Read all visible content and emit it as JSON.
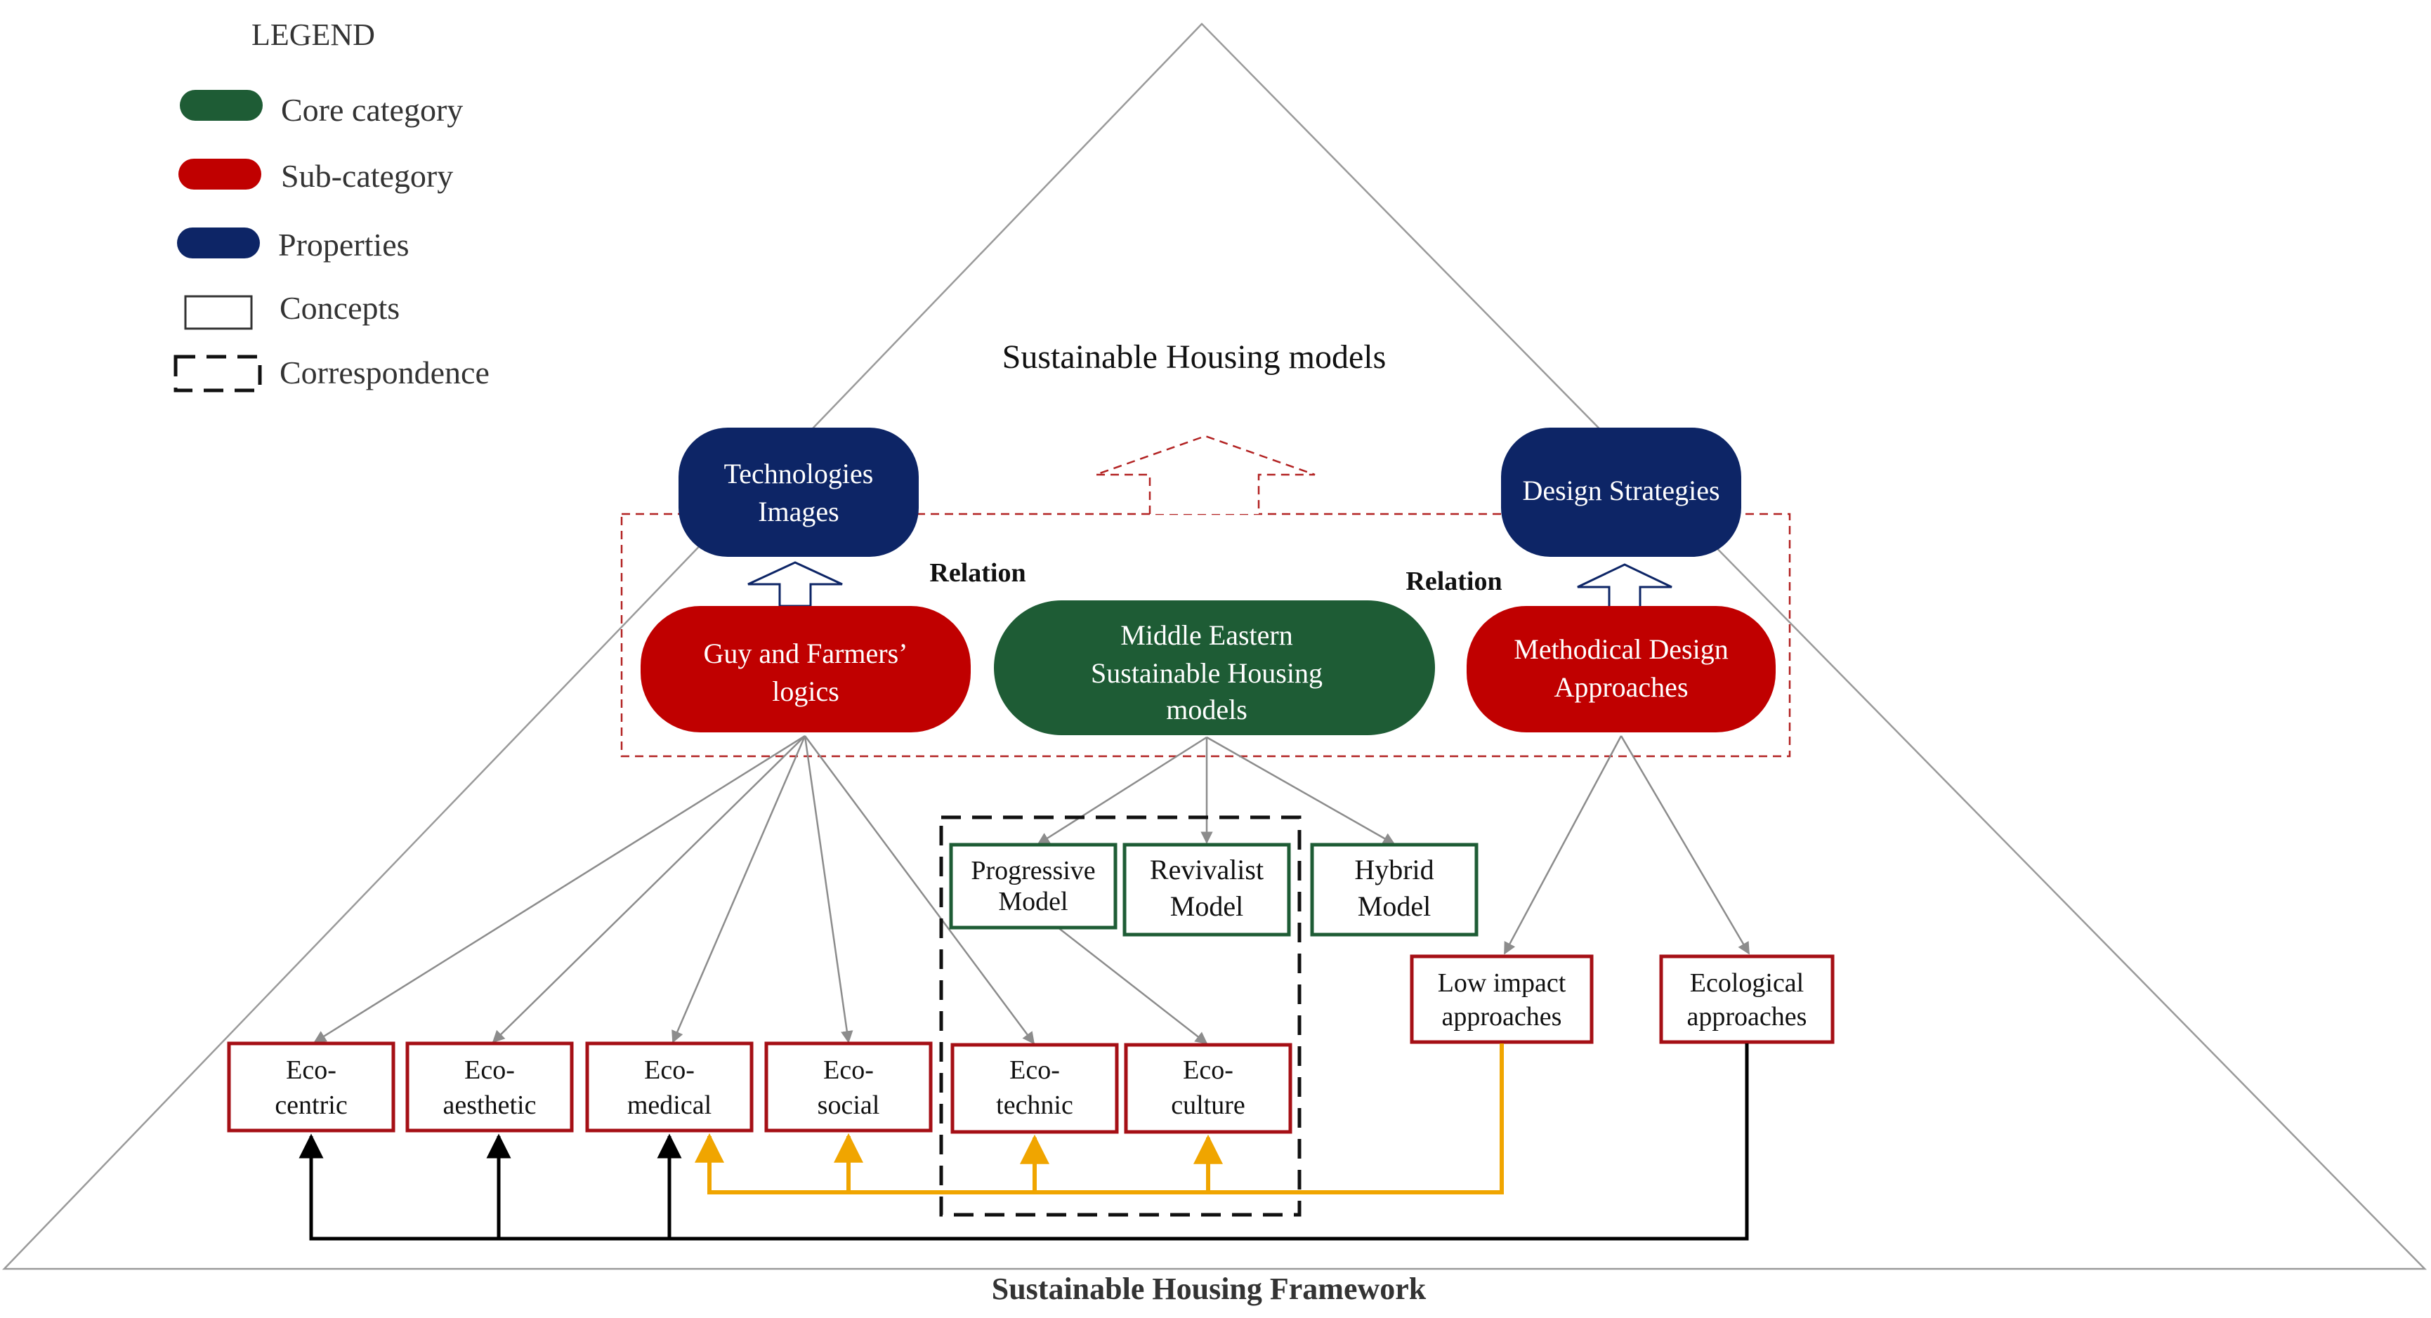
{
  "legend": {
    "title": "LEGEND",
    "items": [
      {
        "label": "Core category",
        "color": "#1e5c35"
      },
      {
        "label": "Sub-category",
        "color": "#c00000"
      },
      {
        "label": "Properties",
        "color": "#0d2566"
      },
      {
        "label": "Concepts"
      },
      {
        "label": "Correspondence"
      }
    ]
  },
  "apex_label": "Sustainable Housing models",
  "framework_label": "Sustainable Housing Framework",
  "relation_left": "Relation",
  "relation_right": "Relation",
  "properties": {
    "technologies_images": [
      "Technologies",
      "Images"
    ],
    "design_strategies": [
      "Design  Strategies"
    ]
  },
  "subcategories": {
    "guy_farmers": [
      "Guy  and  Farmers’",
      "logics"
    ],
    "methodical": [
      "Methodical  Design",
      "Approaches"
    ]
  },
  "core": [
    "Middle  Eastern",
    "Sustainable  Housing",
    "models"
  ],
  "models": {
    "progressive": [
      "Progressive",
      "Model"
    ],
    "revivalist": [
      "Revivalist",
      "Model"
    ],
    "hybrid": [
      "Hybrid",
      "Model"
    ]
  },
  "approaches": {
    "low_impact": [
      "Low impact",
      "approaches"
    ],
    "ecological": [
      "Ecological",
      "approaches"
    ]
  },
  "eco": {
    "centric": [
      "Eco-",
      "centric"
    ],
    "aesthetic": [
      "Eco-",
      "aesthetic"
    ],
    "medical": [
      "Eco-",
      "medical"
    ],
    "social": [
      "Eco-",
      "social"
    ],
    "technic": [
      "Eco-",
      "technic"
    ],
    "culture": [
      "Eco-",
      "culture"
    ]
  },
  "colors": {
    "core": "#1e5c35",
    "sub": "#c00000",
    "property": "#0d2566",
    "concept_green": "#1e5c35",
    "concept_red": "#a50f15",
    "yellow_line": "#f0a500",
    "dashed_red": "#b22222"
  }
}
